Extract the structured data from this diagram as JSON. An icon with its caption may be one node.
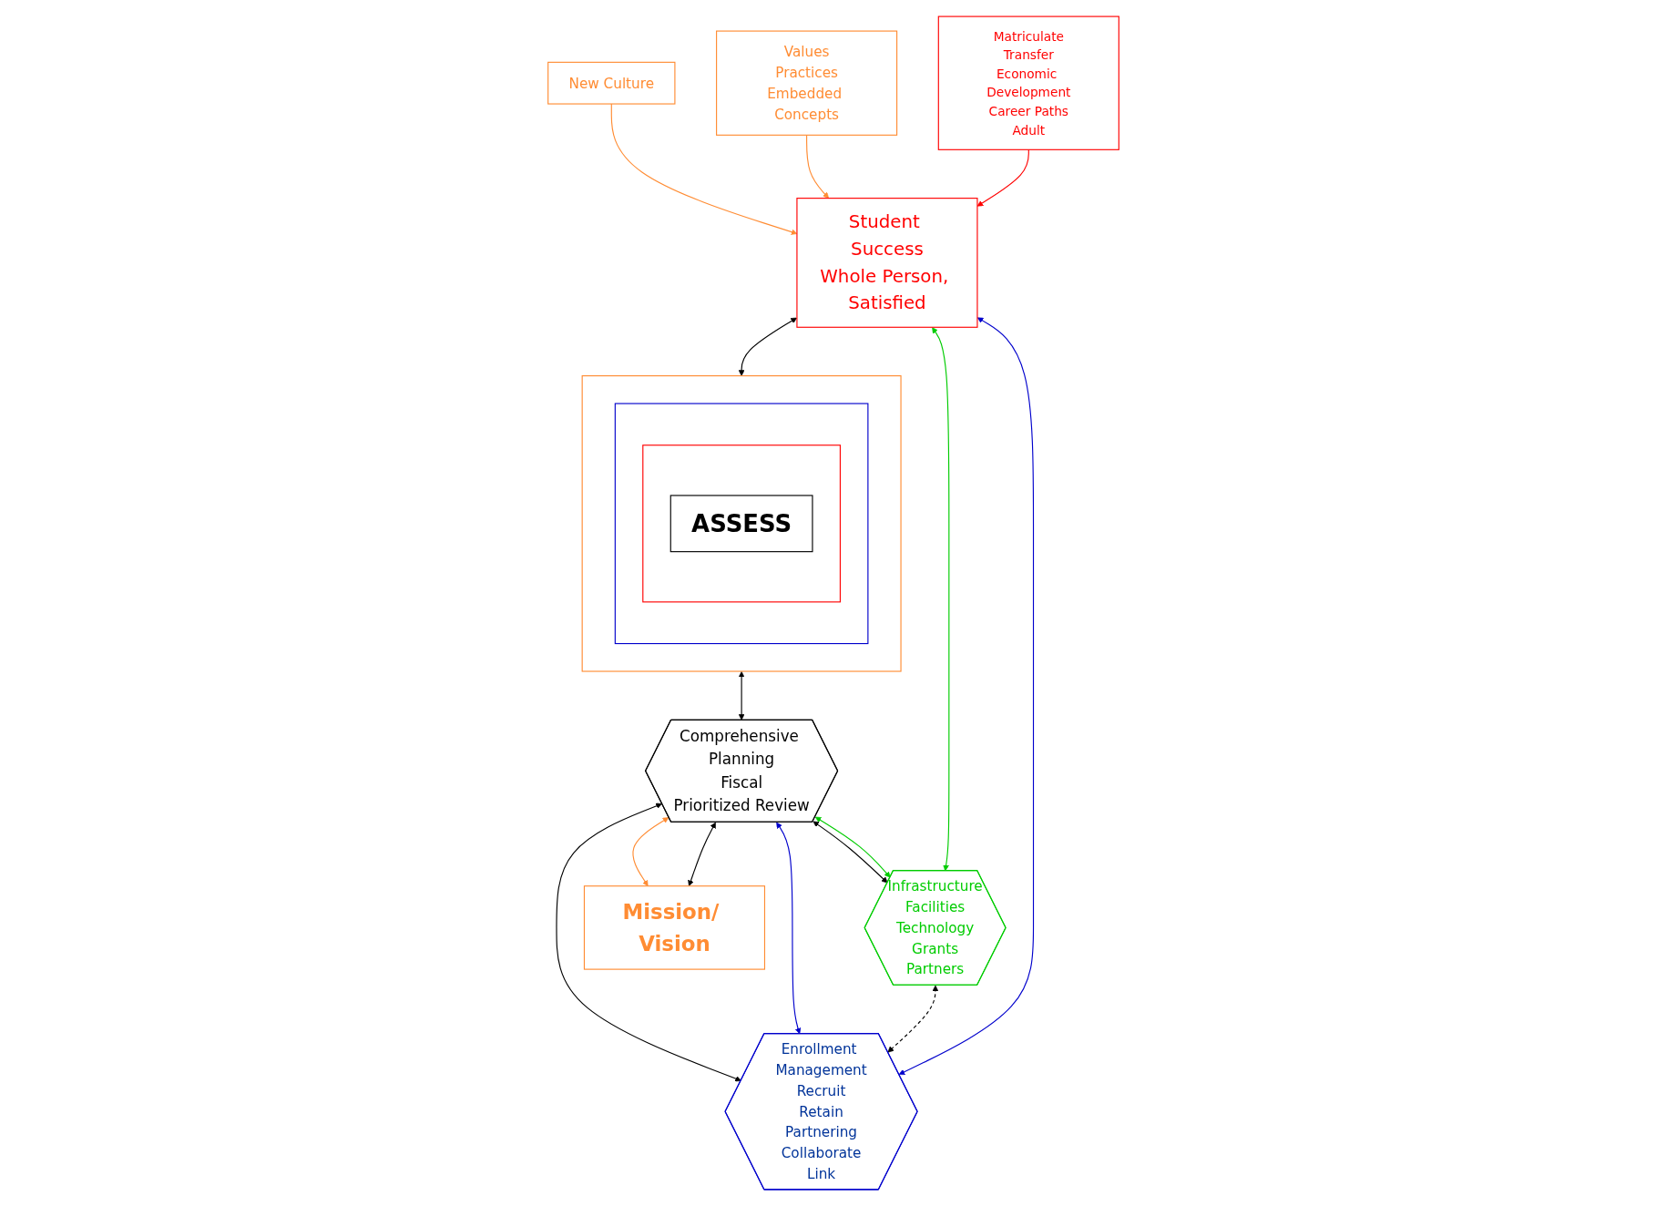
{
  "diagram": {
    "nodes": [
      {
        "text": [
          "Student Success",
          "Whole Person, Satisfied"
        ]
      },
      {
        "text": [
          "Matriculate",
          "Transfer",
          "Economic Development",
          "Career Paths",
          "Adult"
        ]
      },
      {
        "text": [],
        "shape": "box"
      },
      {
        "text": [],
        "shape": "box",
        "in": 2
      },
      {
        "text": [],
        "shape": "box",
        "in": 3
      },
      {
        "text": [
          "ASSESS"
        ],
        "in": 4
      },
      {
        "text": [
          "Infrastructure",
          "Facilities",
          "Technology",
          "Grants",
          "Partners"
        ]
      },
      {
        "text": [
          "Enrollment Management",
          "Recruit",
          "Retain",
          "Partnering",
          "Collaborate",
          "Link"
        ]
      },
      {
        "text": [
          "Comprehensive Planning",
          "Fiscal",
          "Prioritized Review"
        ]
      },
      {
        "text": [
          "Values",
          "Practices",
          "Embedded Concepts"
        ]
      },
      {
        "text": [
          "Mission/ Vision"
        ]
      },
      {
        "text": [
          "New Culture"
        ]
      }
    ],
    "edges": [
      {
        "from": 1,
        "to": 0,
        "arrow": "to",
        "color": "#ff0000"
      },
      {
        "from": 0,
        "to": 2,
        "arrow": "both"
      },
      {
        "from": 0,
        "to": 6,
        "arrow": "both",
        "color": "#00cc00"
      },
      {
        "from": 0,
        "to": 7,
        "arrow": "both",
        "color": "#0000cc"
      },
      {
        "from": 2,
        "to": 8,
        "arrow": "both"
      },
      {
        "from": 6,
        "to": 7,
        "arrow": "both",
        "style": "dashed"
      },
      {
        "from": 8,
        "to": 6,
        "arrow": "both",
        "color": "#00cc00"
      },
      {
        "from": 8,
        "to": 6,
        "arrow": "both"
      },
      {
        "from": 8,
        "to": 7,
        "arrow": "both",
        "color": "#0000cc"
      },
      {
        "from": 8,
        "to": 7,
        "arrow": "both"
      },
      {
        "from": 8,
        "to": 10,
        "arrow": "both"
      },
      {
        "from": 8,
        "to": 10,
        "arrow": "both",
        "color": "#ff8c33"
      },
      {
        "from": 9,
        "to": 0,
        "arrow": "to",
        "color": "#ff8c33"
      },
      {
        "from": 11,
        "to": 0,
        "arrow": "to",
        "color": "#ff8c33"
      }
    ]
  }
}
